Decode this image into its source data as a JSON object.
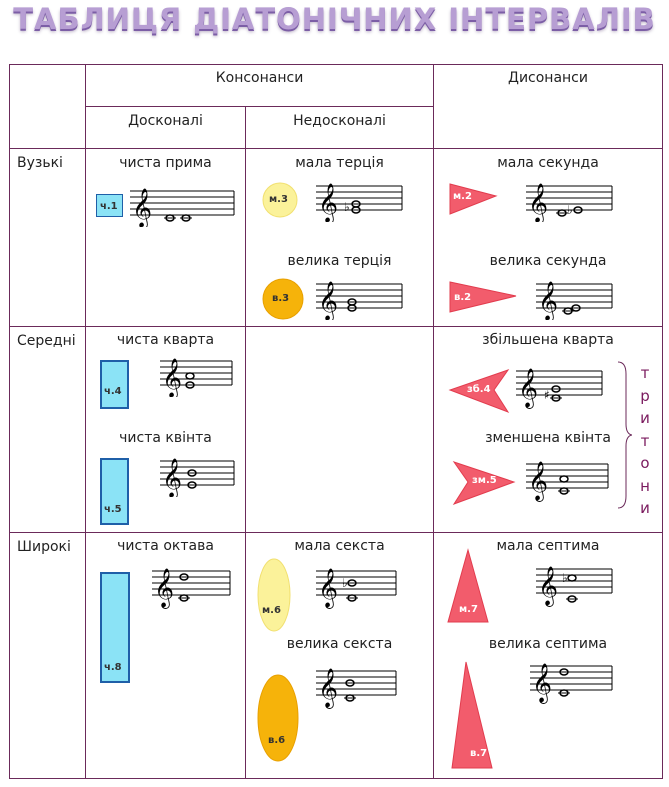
{
  "title": "ТАБЛИЦЯ ДІАТОНІЧНИХ ІНТЕРВАЛІВ",
  "headers": {
    "consonances": "Консонанси",
    "dissonances": "Дисонанси",
    "perfect": "Досконалі",
    "imperfect": "Недосконалі"
  },
  "rows": {
    "narrow": "Вузькі",
    "middle": "Середні",
    "wide": "Широкі"
  },
  "intervals": {
    "p1": {
      "name": "чиста прима",
      "badge": "ч.1"
    },
    "m3": {
      "name": "мала терція",
      "badge": "м.3"
    },
    "M3": {
      "name": "велика терція",
      "badge": "в.3"
    },
    "m2": {
      "name": "мала секунда",
      "badge": "м.2"
    },
    "M2": {
      "name": "велика секунда",
      "badge": "в.2"
    },
    "p4": {
      "name": "чиста кварта",
      "badge": "ч.4"
    },
    "p5": {
      "name": "чиста квінта",
      "badge": "ч.5"
    },
    "aug4": {
      "name": "збільшена кварта",
      "badge": "зб.4"
    },
    "dim5": {
      "name": "зменшена квінта",
      "badge": "зм.5"
    },
    "p8": {
      "name": "чиста октава",
      "badge": "ч.8"
    },
    "m6": {
      "name": "мала секста",
      "badge": "м.6"
    },
    "M6": {
      "name": "велика секста",
      "badge": "в.6"
    },
    "m7": {
      "name": "мала септима",
      "badge": "м.7"
    },
    "M7": {
      "name": "велика септима",
      "badge": "в.7"
    }
  },
  "tritones": [
    "т",
    "р",
    "и",
    "т",
    "о",
    "н",
    "и"
  ],
  "colors": {
    "title": "#b79ed3",
    "grid": "#6b2a5a",
    "perfect_fill": "#8be3f6",
    "perfect_stroke": "#1f5fa8",
    "m_ellipse": "#fbf29a",
    "M_ellipse": "#f6b30a",
    "dissonance": "#f25c6c"
  }
}
